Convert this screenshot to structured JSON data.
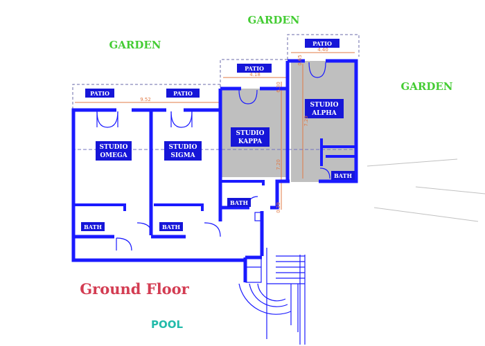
{
  "colors": {
    "wall": "#1a1aff",
    "label_bg": "#1616d8",
    "green": "#44cc33",
    "floor_title": "#d33c52",
    "pool": "#22bbaa",
    "dimension": "#e07a45",
    "shaded_room": "#bfbfbf"
  },
  "labels": {
    "garden_top": "GARDEN",
    "garden_left": "GARDEN",
    "garden_right": "GARDEN",
    "floor_title": "Ground Floor",
    "pool": "POOL"
  },
  "patios": {
    "omega": "PATIO",
    "sigma": "PATIO",
    "kappa": "PATIO",
    "alpha": "PATIO"
  },
  "studios": {
    "omega": {
      "line1": "STUDIO",
      "line2": "OMEGA"
    },
    "sigma": {
      "line1": "STUDIO",
      "line2": "SIGMA"
    },
    "kappa": {
      "line1": "STUDIO",
      "line2": "KAPPA"
    },
    "alpha": {
      "line1": "STUDIO",
      "line2": "ALPHA"
    }
  },
  "baths": {
    "omega": "BATH",
    "sigma": "BATH",
    "kappa": "BATH",
    "alpha": "BATH"
  },
  "dimensions": {
    "left_width": "9.52",
    "kappa_width": "4.18",
    "alpha_width": "4.40",
    "kappa_height": "7.20",
    "alpha_height": "7.29",
    "kappa_top": "6.30",
    "alpha_top": "0.65",
    "kappa_bottom": "0.29"
  }
}
